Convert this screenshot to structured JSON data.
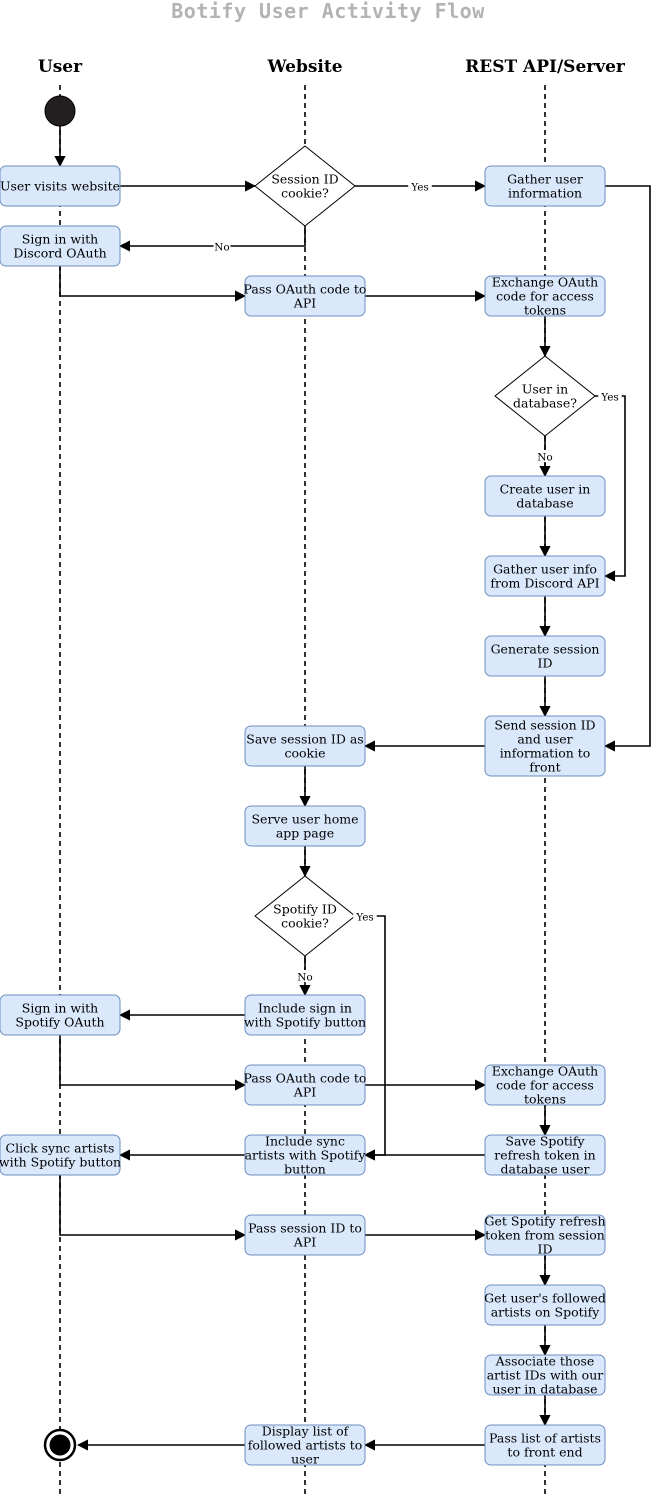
{
  "title": "Botify User Activity Flow",
  "lanes": [
    {
      "id": "user",
      "label": "User"
    },
    {
      "id": "website",
      "label": "Website"
    },
    {
      "id": "api",
      "label": "REST API/Server"
    }
  ],
  "nodes": [
    {
      "id": "start",
      "kind": "start"
    },
    {
      "id": "visit",
      "kind": "box",
      "lines": [
        "User visits website"
      ]
    },
    {
      "id": "sess_q",
      "kind": "decision",
      "lines": [
        "Session ID",
        "cookie?"
      ]
    },
    {
      "id": "gather",
      "kind": "box",
      "lines": [
        "Gather user",
        "information"
      ]
    },
    {
      "id": "discord_signin",
      "kind": "box",
      "lines": [
        "Sign in with",
        "Discord OAuth"
      ]
    },
    {
      "id": "pass1",
      "kind": "box",
      "lines": [
        "Pass OAuth code to",
        "API"
      ]
    },
    {
      "id": "exch1",
      "kind": "box",
      "lines": [
        "Exchange OAuth",
        "code for access",
        "tokens"
      ]
    },
    {
      "id": "indb_q",
      "kind": "decision",
      "lines": [
        "User in",
        "database?"
      ]
    },
    {
      "id": "create",
      "kind": "box",
      "lines": [
        "Create user in",
        "database"
      ]
    },
    {
      "id": "discinfo",
      "kind": "box",
      "lines": [
        "Gather user info",
        "from Discord API"
      ]
    },
    {
      "id": "gensess",
      "kind": "box",
      "lines": [
        "Generate session",
        "ID"
      ]
    },
    {
      "id": "sendsess",
      "kind": "box",
      "lines": [
        "Send session ID",
        "and user",
        "information to",
        "front"
      ]
    },
    {
      "id": "savesess",
      "kind": "box",
      "lines": [
        "Save session ID as",
        "cookie"
      ]
    },
    {
      "id": "serve",
      "kind": "box",
      "lines": [
        "Serve user home",
        "app page"
      ]
    },
    {
      "id": "spot_q",
      "kind": "decision",
      "lines": [
        "Spotify ID",
        "cookie?"
      ]
    },
    {
      "id": "inclsign",
      "kind": "box",
      "lines": [
        "Include sign in",
        "with Spotify button"
      ]
    },
    {
      "id": "spot_signin",
      "kind": "box",
      "lines": [
        "Sign in with",
        "Spotify OAuth"
      ]
    },
    {
      "id": "pass2",
      "kind": "box",
      "lines": [
        "Pass OAuth code to",
        "API"
      ]
    },
    {
      "id": "exch2",
      "kind": "box",
      "lines": [
        "Exchange OAuth",
        "code for access",
        "tokens"
      ]
    },
    {
      "id": "savespot",
      "kind": "box",
      "lines": [
        "Save Spotify",
        "refresh token in",
        "database user"
      ]
    },
    {
      "id": "inclsync",
      "kind": "box",
      "lines": [
        "Include sync",
        "artists with Spotify",
        "button"
      ]
    },
    {
      "id": "clicksync",
      "kind": "box",
      "lines": [
        "Click sync artists",
        "with Spotify button"
      ]
    },
    {
      "id": "passsess",
      "kind": "box",
      "lines": [
        "Pass session ID to",
        "API"
      ]
    },
    {
      "id": "getrefresh",
      "kind": "box",
      "lines": [
        "Get Spotify refresh",
        "token from session",
        "ID"
      ]
    },
    {
      "id": "getfollowed",
      "kind": "box",
      "lines": [
        "Get user's followed",
        "artists on Spotify"
      ]
    },
    {
      "id": "associate",
      "kind": "box",
      "lines": [
        "Associate those",
        "artist IDs with our",
        "user in database"
      ]
    },
    {
      "id": "passlist",
      "kind": "box",
      "lines": [
        "Pass list of artists",
        "to front end"
      ]
    },
    {
      "id": "display",
      "kind": "box",
      "lines": [
        "Display list of",
        "followed artists to",
        "user"
      ]
    },
    {
      "id": "end",
      "kind": "end"
    }
  ],
  "edges": [
    {
      "from": "start",
      "to": "visit"
    },
    {
      "from": "visit",
      "to": "sess_q"
    },
    {
      "from": "sess_q",
      "to": "gather",
      "label": "Yes"
    },
    {
      "from": "sess_q",
      "to": "discord_signin",
      "label": "No"
    },
    {
      "from": "gather",
      "to": "sendsess"
    },
    {
      "from": "discord_signin",
      "to": "pass1"
    },
    {
      "from": "pass1",
      "to": "exch1"
    },
    {
      "from": "exch1",
      "to": "indb_q"
    },
    {
      "from": "indb_q",
      "to": "discinfo",
      "label": "Yes"
    },
    {
      "from": "indb_q",
      "to": "create",
      "label": "No"
    },
    {
      "from": "create",
      "to": "discinfo"
    },
    {
      "from": "discinfo",
      "to": "gensess"
    },
    {
      "from": "gensess",
      "to": "sendsess"
    },
    {
      "from": "sendsess",
      "to": "savesess"
    },
    {
      "from": "savesess",
      "to": "serve"
    },
    {
      "from": "serve",
      "to": "spot_q"
    },
    {
      "from": "spot_q",
      "to": "inclsync",
      "label": "Yes"
    },
    {
      "from": "spot_q",
      "to": "inclsign",
      "label": "No"
    },
    {
      "from": "inclsign",
      "to": "spot_signin"
    },
    {
      "from": "spot_signin",
      "to": "pass2"
    },
    {
      "from": "pass2",
      "to": "exch2"
    },
    {
      "from": "exch2",
      "to": "savespot"
    },
    {
      "from": "savespot",
      "to": "inclsync"
    },
    {
      "from": "inclsync",
      "to": "clicksync"
    },
    {
      "from": "clicksync",
      "to": "passsess"
    },
    {
      "from": "passsess",
      "to": "getrefresh"
    },
    {
      "from": "getrefresh",
      "to": "getfollowed"
    },
    {
      "from": "getfollowed",
      "to": "associate"
    },
    {
      "from": "associate",
      "to": "passlist"
    },
    {
      "from": "passlist",
      "to": "display"
    },
    {
      "from": "display",
      "to": "end"
    }
  ]
}
